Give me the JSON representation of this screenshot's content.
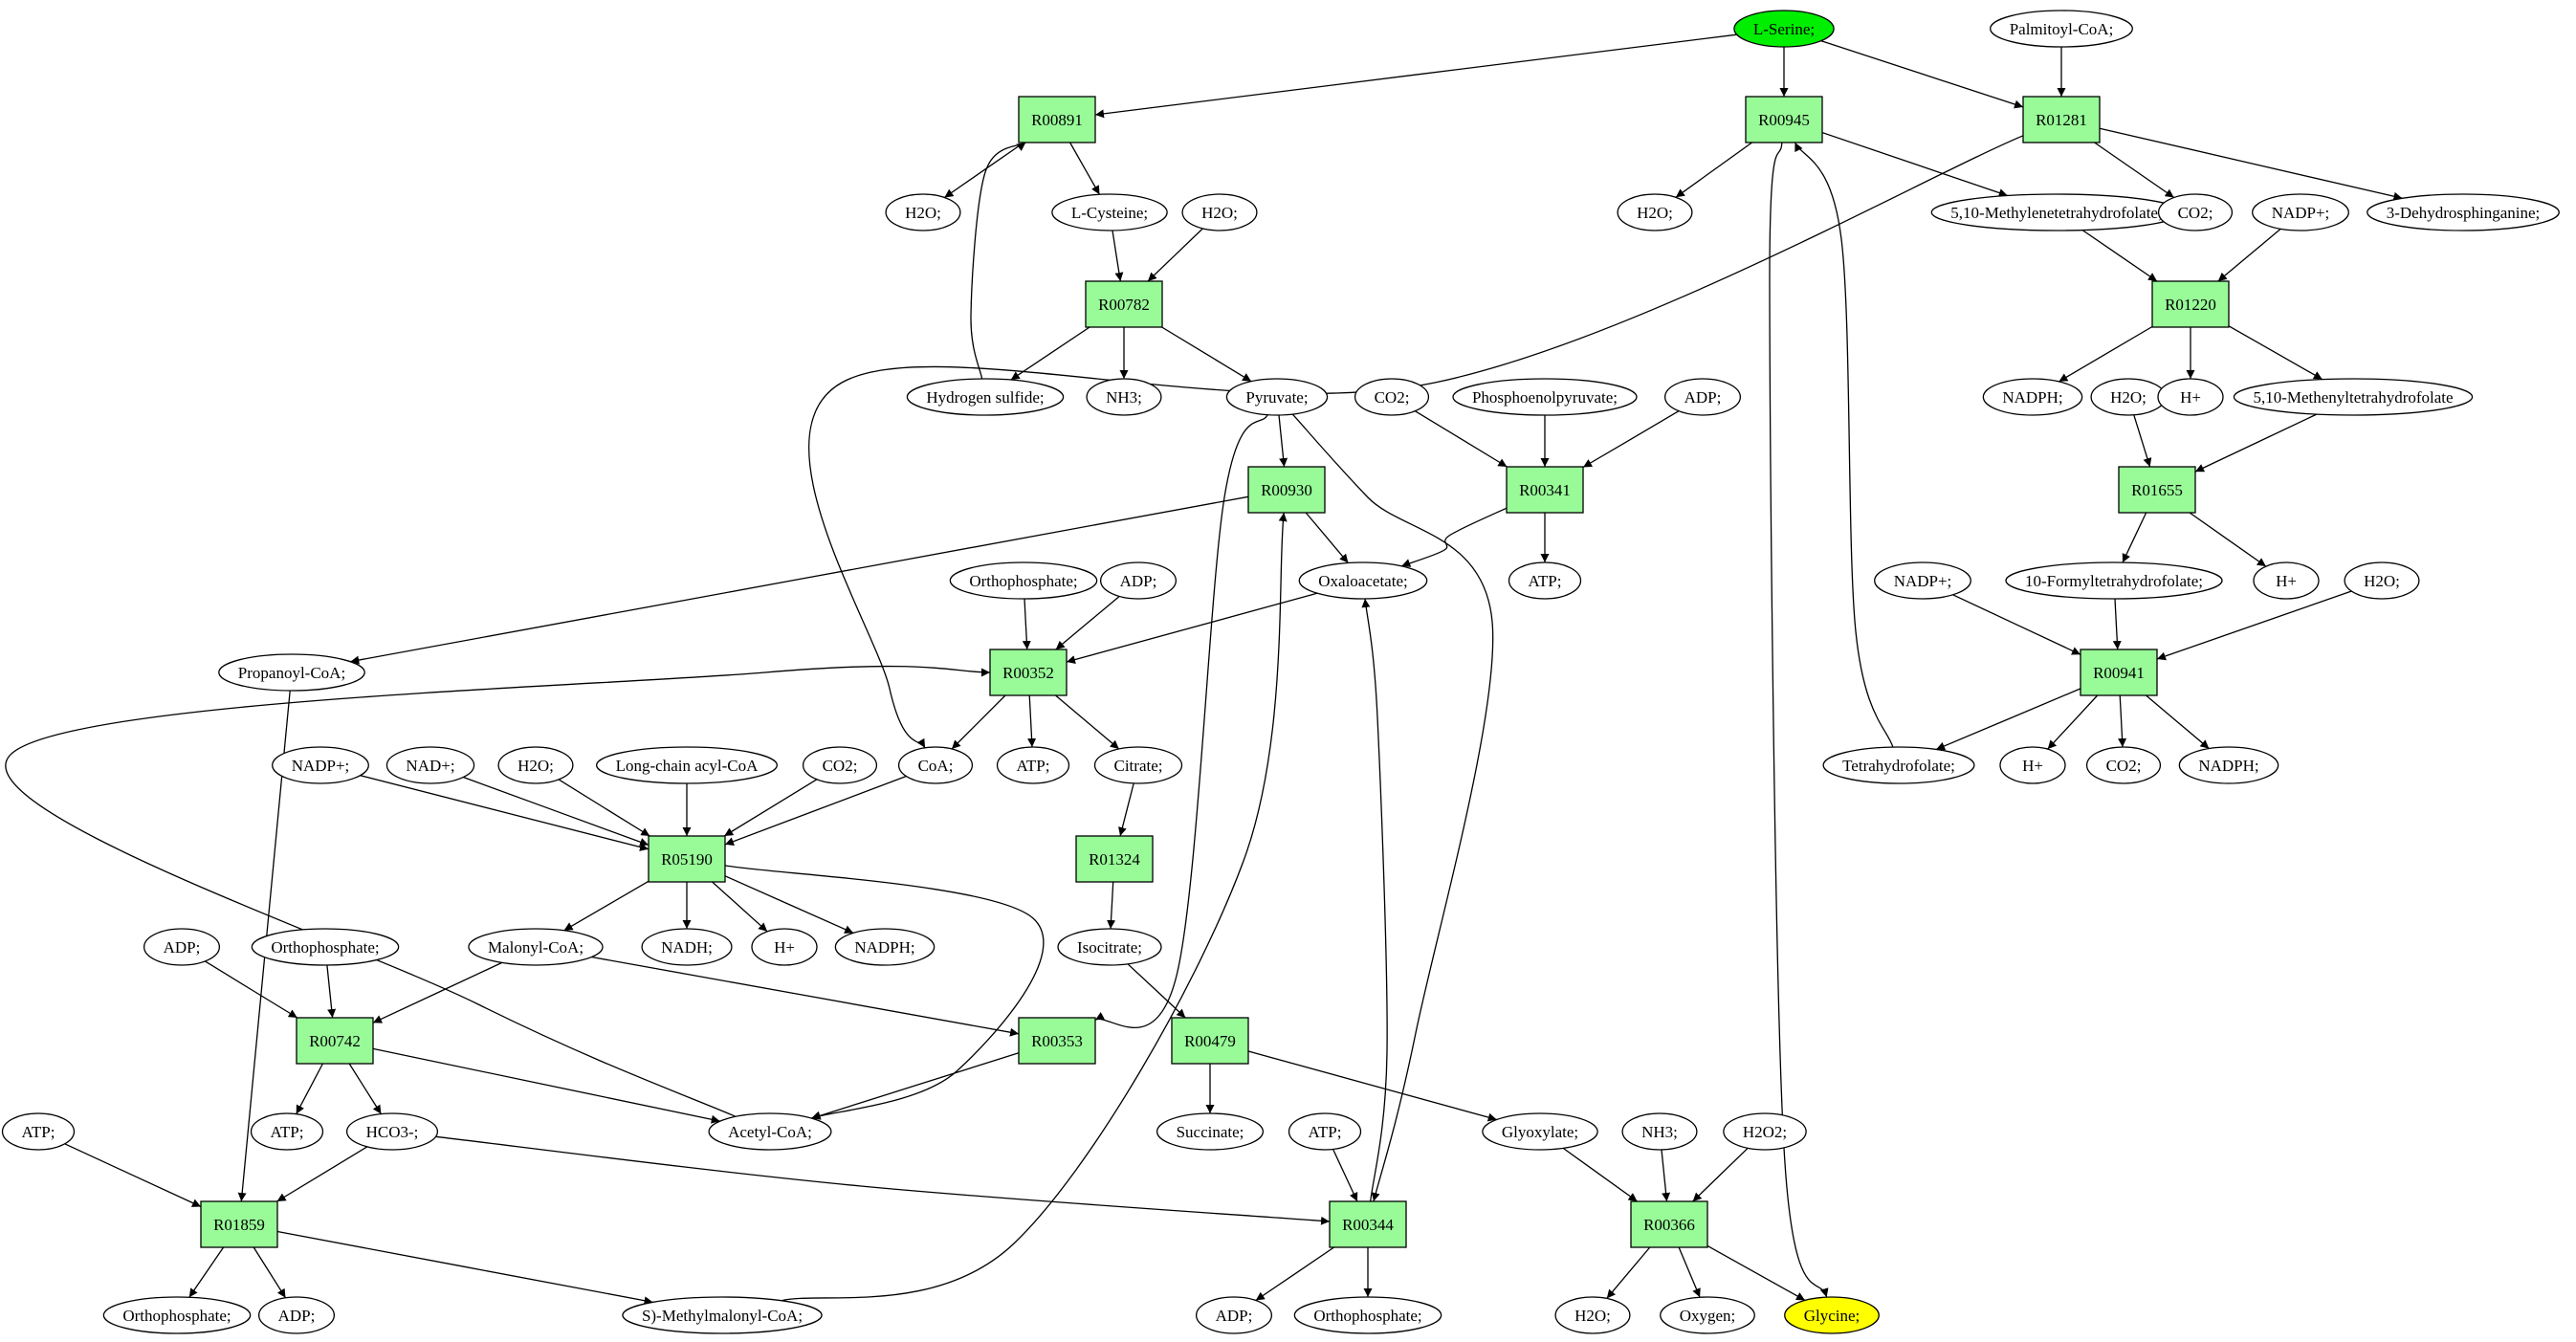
{
  "diagram": {
    "colors": {
      "reaction_fill": "#98FB98",
      "start_fill": "#00EE00",
      "end_fill": "#FFFF00",
      "compound_fill": "#FFFFFF",
      "stroke": "#000000"
    },
    "nodes": [
      {
        "id": "lserine",
        "kind": "start",
        "label": "L-Serine;"
      },
      {
        "id": "palmitoylcoa",
        "kind": "compound",
        "label": "Palmitoyl-CoA;"
      },
      {
        "id": "R00891",
        "kind": "reaction",
        "label": "R00891"
      },
      {
        "id": "R00945",
        "kind": "reaction",
        "label": "R00945"
      },
      {
        "id": "R01281",
        "kind": "reaction",
        "label": "R01281"
      },
      {
        "id": "h2o_1",
        "kind": "compound",
        "label": "H2O;"
      },
      {
        "id": "lcysteine",
        "kind": "compound",
        "label": "L-Cysteine;"
      },
      {
        "id": "h2o_2",
        "kind": "compound",
        "label": "H2O;"
      },
      {
        "id": "h2o_3",
        "kind": "compound",
        "label": "H2O;"
      },
      {
        "id": "methylenethf",
        "kind": "compound",
        "label": "5,10-Methylenetetrahydrofolate;"
      },
      {
        "id": "co2_1",
        "kind": "compound",
        "label": "CO2;"
      },
      {
        "id": "nadp_1",
        "kind": "compound",
        "label": "NADP+;"
      },
      {
        "id": "dehydrosph",
        "kind": "compound",
        "label": "3-Dehydrosphinganine;"
      },
      {
        "id": "R00782",
        "kind": "reaction",
        "label": "R00782"
      },
      {
        "id": "R01220",
        "kind": "reaction",
        "label": "R01220"
      },
      {
        "id": "h2s",
        "kind": "compound",
        "label": "Hydrogen sulfide;"
      },
      {
        "id": "nh3_1",
        "kind": "compound",
        "label": "NH3;"
      },
      {
        "id": "pyruvate",
        "kind": "compound",
        "label": "Pyruvate;"
      },
      {
        "id": "co2_2",
        "kind": "compound",
        "label": "CO2;"
      },
      {
        "id": "pep",
        "kind": "compound",
        "label": "Phosphoenolpyruvate;"
      },
      {
        "id": "adp_1",
        "kind": "compound",
        "label": "ADP;"
      },
      {
        "id": "nadph_1",
        "kind": "compound",
        "label": "NADPH;"
      },
      {
        "id": "h2o_4",
        "kind": "compound",
        "label": "H2O;"
      },
      {
        "id": "hplus_1",
        "kind": "compound",
        "label": "H+"
      },
      {
        "id": "methenylthf",
        "kind": "compound",
        "label": "5,10-Methenyltetrahydrofolate"
      },
      {
        "id": "R00930",
        "kind": "reaction",
        "label": "R00930"
      },
      {
        "id": "R00341",
        "kind": "reaction",
        "label": "R00341"
      },
      {
        "id": "R01655",
        "kind": "reaction",
        "label": "R01655"
      },
      {
        "id": "orthophos_1",
        "kind": "compound",
        "label": "Orthophosphate;"
      },
      {
        "id": "adp_2",
        "kind": "compound",
        "label": "ADP;"
      },
      {
        "id": "oxaloacetate",
        "kind": "compound",
        "label": "Oxaloacetate;"
      },
      {
        "id": "atp_1",
        "kind": "compound",
        "label": "ATP;"
      },
      {
        "id": "nadp_2",
        "kind": "compound",
        "label": "NADP+;"
      },
      {
        "id": "formylthf",
        "kind": "compound",
        "label": "10-Formyltetrahydrofolate;"
      },
      {
        "id": "hplus_2",
        "kind": "compound",
        "label": "H+"
      },
      {
        "id": "h2o_5",
        "kind": "compound",
        "label": "H2O;"
      },
      {
        "id": "propanoylcoa",
        "kind": "compound",
        "label": "Propanoyl-CoA;"
      },
      {
        "id": "R00352",
        "kind": "reaction",
        "label": "R00352"
      },
      {
        "id": "R00941",
        "kind": "reaction",
        "label": "R00941"
      },
      {
        "id": "nadp_3",
        "kind": "compound",
        "label": "NADP+;"
      },
      {
        "id": "nad_1",
        "kind": "compound",
        "label": "NAD+;"
      },
      {
        "id": "h2o_6",
        "kind": "compound",
        "label": "H2O;"
      },
      {
        "id": "lcacylcoa",
        "kind": "compound",
        "label": "Long-chain acyl-CoA"
      },
      {
        "id": "co2_3",
        "kind": "compound",
        "label": "CO2;"
      },
      {
        "id": "coa",
        "kind": "compound",
        "label": "CoA;"
      },
      {
        "id": "atp_2",
        "kind": "compound",
        "label": "ATP;"
      },
      {
        "id": "citrate",
        "kind": "compound",
        "label": "Citrate;"
      },
      {
        "id": "thf",
        "kind": "compound",
        "label": "Tetrahydrofolate;"
      },
      {
        "id": "hplus_3",
        "kind": "compound",
        "label": "H+"
      },
      {
        "id": "co2_4",
        "kind": "compound",
        "label": "CO2;"
      },
      {
        "id": "nadph_2",
        "kind": "compound",
        "label": "NADPH;"
      },
      {
        "id": "R05190",
        "kind": "reaction",
        "label": "R05190"
      },
      {
        "id": "R01324",
        "kind": "reaction",
        "label": "R01324"
      },
      {
        "id": "adp_3",
        "kind": "compound",
        "label": "ADP;"
      },
      {
        "id": "orthophos_2",
        "kind": "compound",
        "label": "Orthophosphate;"
      },
      {
        "id": "malonylcoa",
        "kind": "compound",
        "label": "Malonyl-CoA;"
      },
      {
        "id": "nadh",
        "kind": "compound",
        "label": "NADH;"
      },
      {
        "id": "hplus_4",
        "kind": "compound",
        "label": "H+"
      },
      {
        "id": "nadph_3",
        "kind": "compound",
        "label": "NADPH;"
      },
      {
        "id": "isocitrate",
        "kind": "compound",
        "label": "Isocitrate;"
      },
      {
        "id": "R00742",
        "kind": "reaction",
        "label": "R00742"
      },
      {
        "id": "R00353",
        "kind": "reaction",
        "label": "R00353"
      },
      {
        "id": "R00479",
        "kind": "reaction",
        "label": "R00479"
      },
      {
        "id": "atp_3",
        "kind": "compound",
        "label": "ATP;"
      },
      {
        "id": "atp_4",
        "kind": "compound",
        "label": "ATP;"
      },
      {
        "id": "hco3",
        "kind": "compound",
        "label": "HCO3-;"
      },
      {
        "id": "acetylcoa",
        "kind": "compound",
        "label": "Acetyl-CoA;"
      },
      {
        "id": "succinate",
        "kind": "compound",
        "label": "Succinate;"
      },
      {
        "id": "atp_5",
        "kind": "compound",
        "label": "ATP;"
      },
      {
        "id": "glyoxylate",
        "kind": "compound",
        "label": "Glyoxylate;"
      },
      {
        "id": "nh3_2",
        "kind": "compound",
        "label": "NH3;"
      },
      {
        "id": "h2o2",
        "kind": "compound",
        "label": "H2O2;"
      },
      {
        "id": "R01859",
        "kind": "reaction",
        "label": "R01859"
      },
      {
        "id": "R00344",
        "kind": "reaction",
        "label": "R00344"
      },
      {
        "id": "R00366",
        "kind": "reaction",
        "label": "R00366"
      },
      {
        "id": "orthophos_3",
        "kind": "compound",
        "label": "Orthophosphate;"
      },
      {
        "id": "adp_4",
        "kind": "compound",
        "label": "ADP;"
      },
      {
        "id": "methylmalonylcoa",
        "kind": "compound",
        "label": "S)-Methylmalonyl-CoA;"
      },
      {
        "id": "adp_5",
        "kind": "compound",
        "label": "ADP;"
      },
      {
        "id": "orthophos_4",
        "kind": "compound",
        "label": "Orthophosphate;"
      },
      {
        "id": "h2o_7",
        "kind": "compound",
        "label": "H2O;"
      },
      {
        "id": "oxygen",
        "kind": "compound",
        "label": "Oxygen;"
      },
      {
        "id": "glycine",
        "kind": "end",
        "label": "Glycine;"
      }
    ],
    "edges": [
      [
        "lserine",
        "R00891"
      ],
      [
        "lserine",
        "R00945"
      ],
      [
        "lserine",
        "R01281"
      ],
      [
        "palmitoylcoa",
        "R01281"
      ],
      [
        "R00891",
        "h2o_1"
      ],
      [
        "R00891",
        "lcysteine"
      ],
      [
        "h2s",
        "R00891"
      ],
      [
        "R00945",
        "h2o_3"
      ],
      [
        "R00945",
        "methylenethf"
      ],
      [
        "R00945",
        "glycine"
      ],
      [
        "thf",
        "R00945"
      ],
      [
        "R01281",
        "co2_1"
      ],
      [
        "R01281",
        "dehydrosph"
      ],
      [
        "R01281",
        "coa"
      ],
      [
        "lcysteine",
        "R00782"
      ],
      [
        "h2o_2",
        "R00782"
      ],
      [
        "R00782",
        "h2s"
      ],
      [
        "R00782",
        "nh3_1"
      ],
      [
        "R00782",
        "pyruvate"
      ],
      [
        "methylenethf",
        "R01220"
      ],
      [
        "nadp_1",
        "R01220"
      ],
      [
        "R01220",
        "nadph_1"
      ],
      [
        "R01220",
        "hplus_1"
      ],
      [
        "R01220",
        "methenylthf"
      ],
      [
        "h2o_4",
        "R01655"
      ],
      [
        "methenylthf",
        "R01655"
      ],
      [
        "R01655",
        "formylthf"
      ],
      [
        "R01655",
        "hplus_2"
      ],
      [
        "pyruvate",
        "R00930"
      ],
      [
        "pyruvate",
        "R00353"
      ],
      [
        "pyruvate",
        "R00344"
      ],
      [
        "methylmalonylcoa",
        "R00930"
      ],
      [
        "R00930",
        "oxaloacetate"
      ],
      [
        "R00930",
        "propanoylcoa"
      ],
      [
        "co2_2",
        "R00341"
      ],
      [
        "pep",
        "R00341"
      ],
      [
        "adp_1",
        "R00341"
      ],
      [
        "R00341",
        "atp_1"
      ],
      [
        "R00341",
        "oxaloacetate"
      ],
      [
        "orthophos_1",
        "R00352"
      ],
      [
        "adp_2",
        "R00352"
      ],
      [
        "oxaloacetate",
        "R00352"
      ],
      [
        "acetylcoa",
        "R00352"
      ],
      [
        "R00352",
        "coa"
      ],
      [
        "R00352",
        "atp_2"
      ],
      [
        "R00352",
        "citrate"
      ],
      [
        "nadp_2",
        "R00941"
      ],
      [
        "formylthf",
        "R00941"
      ],
      [
        "h2o_5",
        "R00941"
      ],
      [
        "R00941",
        "thf"
      ],
      [
        "R00941",
        "hplus_3"
      ],
      [
        "R00941",
        "co2_4"
      ],
      [
        "R00941",
        "nadph_2"
      ],
      [
        "nadp_3",
        "R05190"
      ],
      [
        "nad_1",
        "R05190"
      ],
      [
        "h2o_6",
        "R05190"
      ],
      [
        "lcacylcoa",
        "R05190"
      ],
      [
        "co2_3",
        "R05190"
      ],
      [
        "coa",
        "R05190"
      ],
      [
        "R05190",
        "malonylcoa"
      ],
      [
        "R05190",
        "nadh"
      ],
      [
        "R05190",
        "hplus_4"
      ],
      [
        "R05190",
        "nadph_3"
      ],
      [
        "R05190",
        "acetylcoa"
      ],
      [
        "citrate",
        "R01324"
      ],
      [
        "R01324",
        "isocitrate"
      ],
      [
        "adp_3",
        "R00742"
      ],
      [
        "orthophos_2",
        "R00742"
      ],
      [
        "malonylcoa",
        "R00742"
      ],
      [
        "R00742",
        "atp_3"
      ],
      [
        "R00742",
        "hco3"
      ],
      [
        "R00742",
        "acetylcoa"
      ],
      [
        "malonylcoa",
        "R00353"
      ],
      [
        "R00353",
        "acetylcoa"
      ],
      [
        "isocitrate",
        "R00479"
      ],
      [
        "R00479",
        "succinate"
      ],
      [
        "R00479",
        "glyoxylate"
      ],
      [
        "atp_4",
        "R01859"
      ],
      [
        "hco3",
        "R01859"
      ],
      [
        "propanoylcoa",
        "R01859"
      ],
      [
        "R01859",
        "orthophos_3"
      ],
      [
        "R01859",
        "adp_4"
      ],
      [
        "R01859",
        "methylmalonylcoa"
      ],
      [
        "atp_5",
        "R00344"
      ],
      [
        "hco3",
        "R00344"
      ],
      [
        "R00344",
        "adp_5"
      ],
      [
        "R00344",
        "orthophos_4"
      ],
      [
        "R00344",
        "oxaloacetate"
      ],
      [
        "glyoxylate",
        "R00366"
      ],
      [
        "nh3_2",
        "R00366"
      ],
      [
        "h2o2",
        "R00366"
      ],
      [
        "R00366",
        "h2o_7"
      ],
      [
        "R00366",
        "oxygen"
      ],
      [
        "R00366",
        "glycine"
      ]
    ]
  }
}
